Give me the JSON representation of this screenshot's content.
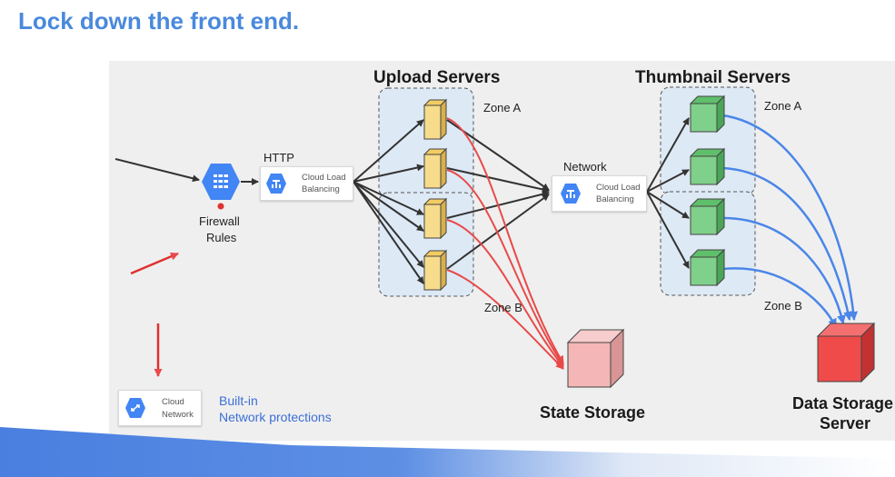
{
  "slide": {
    "title": "Lock down the front end."
  },
  "headings": {
    "upload_servers": "Upload Servers",
    "thumbnail_servers": "Thumbnail Servers",
    "state_storage": "State Storage",
    "data_storage_line1": "Data Storage",
    "data_storage_line2": "Server"
  },
  "firewall": {
    "line1": "Firewall",
    "line2": "Rules",
    "icon": "firewall-icon"
  },
  "http_lb": {
    "protocol": "HTTP",
    "line1": "Cloud Load",
    "line2": "Balancing",
    "icon": "load-balancer-icon"
  },
  "network_lb": {
    "label": "Network",
    "line1": "Cloud Load",
    "line2": "Balancing",
    "icon": "load-balancer-icon"
  },
  "zones": {
    "upload_a": "Zone A",
    "upload_b": "Zone B",
    "thumb_a": "Zone A",
    "thumb_b": "Zone B"
  },
  "cloud_network": {
    "line1": "Cloud",
    "line2": "Network",
    "icon": "cloud-network-icon"
  },
  "builtin": {
    "line1": "Built-in",
    "line2": "Network protections"
  },
  "colors": {
    "title": "#4a89dc",
    "zone_fill": "#dde9f5",
    "upload_server": "#f7dc8c",
    "thumbnail_server": "#7fd08a",
    "state_storage": "#f4b6b6",
    "data_storage": "#ef4b4b",
    "red_arrow": "#e84a4a",
    "blue_arrow": "#4a86e8",
    "gcp_blue": "#4285f4"
  }
}
